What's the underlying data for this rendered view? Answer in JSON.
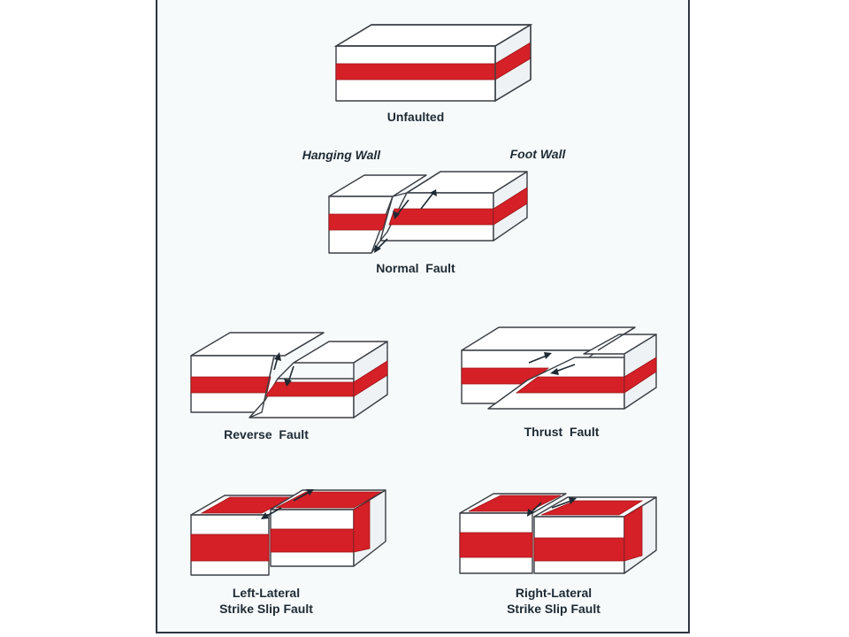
{
  "labels": {
    "unfaulted": "Unfaulted",
    "hanging_wall": "Hanging Wall",
    "foot_wall": "Foot Wall",
    "normal_fault": "Normal  Fault",
    "reverse_fault": "Reverse  Fault",
    "thrust_fault": "Thrust  Fault",
    "left_lateral_line1": "Left-Lateral",
    "left_lateral_line2": "Strike Slip Fault",
    "right_lateral_line1": "Right-Lateral",
    "right_lateral_line2": "Strike Slip Fault"
  },
  "colors": {
    "stratum": "#d52027",
    "outline": "#3a3f45",
    "text": "#1e2a33",
    "frame": "#2b3640"
  }
}
